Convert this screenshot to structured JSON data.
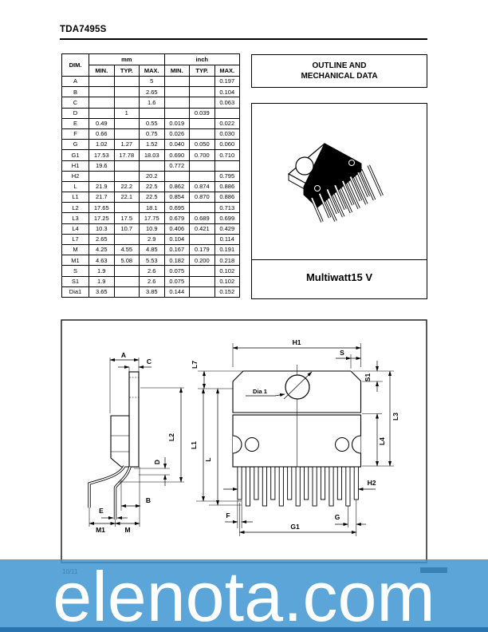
{
  "page": {
    "title": "TDA7495S"
  },
  "table": {
    "dim_header": "DIM.",
    "unit_groups": [
      "mm",
      "inch"
    ],
    "sub_headers": [
      "MIN.",
      "TYP.",
      "MAX.",
      "MIN.",
      "TYP.",
      "MAX."
    ],
    "rows": [
      {
        "dim": "A",
        "cells": [
          "",
          "",
          "5",
          "",
          "",
          "0.197"
        ]
      },
      {
        "dim": "B",
        "cells": [
          "",
          "",
          "2.65",
          "",
          "",
          "0.104"
        ]
      },
      {
        "dim": "C",
        "cells": [
          "",
          "",
          "1.6",
          "",
          "",
          "0.063"
        ]
      },
      {
        "dim": "D",
        "cells": [
          "",
          "1",
          "",
          "",
          "0.039",
          ""
        ]
      },
      {
        "dim": "E",
        "cells": [
          "0.49",
          "",
          "0.55",
          "0.019",
          "",
          "0.022"
        ]
      },
      {
        "dim": "F",
        "cells": [
          "0.66",
          "",
          "0.75",
          "0.026",
          "",
          "0.030"
        ]
      },
      {
        "dim": "G",
        "cells": [
          "1.02",
          "1.27",
          "1.52",
          "0.040",
          "0.050",
          "0.060"
        ]
      },
      {
        "dim": "G1",
        "cells": [
          "17.53",
          "17.78",
          "18.03",
          "0.690",
          "0.700",
          "0.710"
        ]
      },
      {
        "dim": "H1",
        "cells": [
          "19.6",
          "",
          "",
          "0.772",
          "",
          ""
        ]
      },
      {
        "dim": "H2",
        "cells": [
          "",
          "",
          "20.2",
          "",
          "",
          "0.795"
        ]
      },
      {
        "dim": "L",
        "cells": [
          "21.9",
          "22.2",
          "22.5",
          "0.862",
          "0.874",
          "0.886"
        ]
      },
      {
        "dim": "L1",
        "cells": [
          "21.7",
          "22.1",
          "22.5",
          "0.854",
          "0.870",
          "0.886"
        ]
      },
      {
        "dim": "L2",
        "cells": [
          "17.65",
          "",
          "18.1",
          "0.695",
          "",
          "0.713"
        ]
      },
      {
        "dim": "L3",
        "cells": [
          "17.25",
          "17.5",
          "17.75",
          "0.679",
          "0.689",
          "0.699"
        ]
      },
      {
        "dim": "L4",
        "cells": [
          "10.3",
          "10.7",
          "10.9",
          "0.406",
          "0.421",
          "0.429"
        ]
      },
      {
        "dim": "L7",
        "cells": [
          "2.65",
          "",
          "2.9",
          "0.104",
          "",
          "0.114"
        ]
      },
      {
        "dim": "M",
        "cells": [
          "4.25",
          "4.55",
          "4.85",
          "0.167",
          "0.179",
          "0.191"
        ]
      },
      {
        "dim": "M1",
        "cells": [
          "4.63",
          "5.08",
          "5.53",
          "0.182",
          "0.200",
          "0.218"
        ]
      },
      {
        "dim": "S",
        "cells": [
          "1.9",
          "",
          "2.6",
          "0.075",
          "",
          "0.102"
        ]
      },
      {
        "dim": "S1",
        "cells": [
          "1.9",
          "",
          "2.6",
          "0.075",
          "",
          "0.102"
        ]
      },
      {
        "dim": "Dia1",
        "cells": [
          "3.65",
          "",
          "3.85",
          "0.144",
          "",
          "0.152"
        ]
      }
    ]
  },
  "outline_box": {
    "line1": "OUTLINE AND",
    "line2": "MECHANICAL DATA"
  },
  "package_box": {
    "name": "Multiwatt15 V"
  },
  "drawing": {
    "labels": {
      "a": "A",
      "c": "C",
      "l2": "L2",
      "d": "D",
      "b": "B",
      "e": "E",
      "m1": "M1",
      "m": "M",
      "h1": "H1",
      "s": "S",
      "s1": "S1",
      "l7": "L7",
      "l1": "L1",
      "l": "L",
      "dia1": "Dia 1",
      "l3": "L3",
      "l4": "L4",
      "h2": "H2",
      "f": "F",
      "g": "G",
      "g1": "G1"
    }
  },
  "watermark": {
    "text": "elenota.com",
    "page_number": "10/11",
    "band_color": "#55a9dc",
    "strip_color": "#2f7ab2"
  }
}
